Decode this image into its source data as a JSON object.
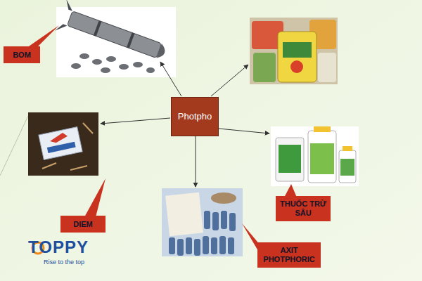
{
  "diagram": {
    "nodes": [
      {
        "text": [
          "Photpho"
        ]
      },
      {
        "text": [
          "BOM"
        ]
      },
      {
        "text": [
          "DIEM"
        ]
      },
      {
        "text": [
          "THUỐC TRỪ SÂU"
        ]
      },
      {
        "text": [
          "AXIT PHOTPHORIC"
        ]
      }
    ],
    "labels": [
      "TOPPY",
      "Rise to the top"
    ]
  }
}
